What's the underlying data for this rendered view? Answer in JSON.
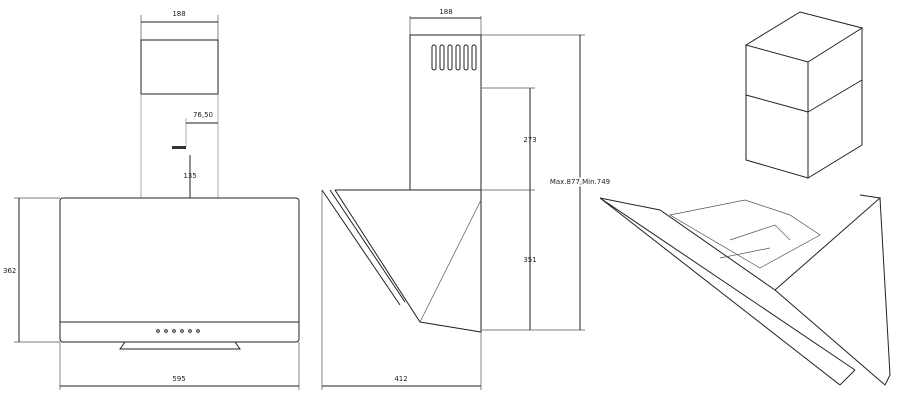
{
  "front_view": {
    "chimney_width": "188",
    "bracket_offset": "76,50",
    "bracket_height": "135",
    "canopy_height": "362",
    "overall_width": "595"
  },
  "side_view": {
    "chimney_width": "188",
    "upper_height": "273",
    "lower_height": "351",
    "total_height": "Max.877,Min.749",
    "overall_depth": "412"
  }
}
